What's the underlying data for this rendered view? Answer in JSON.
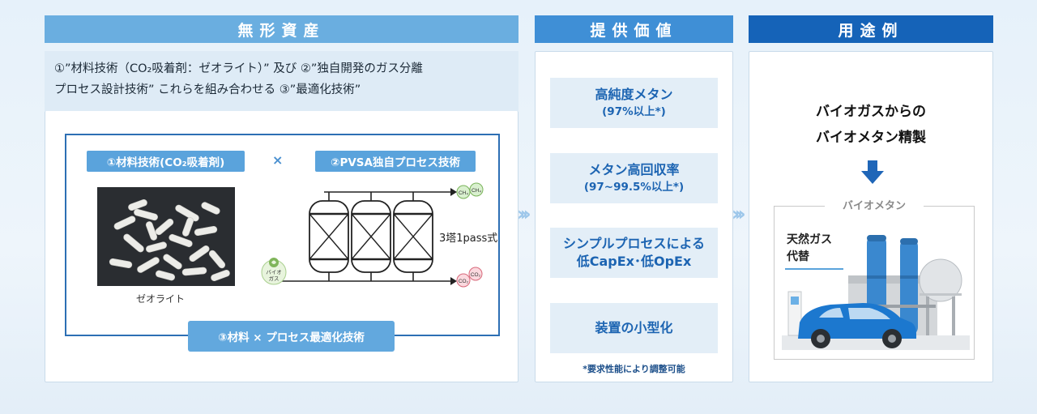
{
  "headers": {
    "intangible": "無形資産",
    "value": "提供価値",
    "usage": "用途例"
  },
  "intangible": {
    "desc_line1": "①”材料技術（CO₂吸着剤：ゼオライト）” 及び ②”独自開発のガス分離",
    "desc_line2": "プロセス設計技術” これらを組み合わせる ③”最適化技術”",
    "tag1": "①材料技術(CO₂吸着剤)",
    "tag2": "②PVSA独自プロセス技術",
    "cross": "×",
    "tag3": "③材料 × プロセス最適化技術",
    "zeolite_label": "ゼオライト",
    "tower_label": "3塔1pass式",
    "biogas_label_1": "バイオ",
    "biogas_label_2": "ガス",
    "ch4": "CH₄",
    "co2": "CO₂"
  },
  "values": [
    {
      "t1": "高純度メタン",
      "t2": "(97%以上*)"
    },
    {
      "t1": "メタン高回収率",
      "t2": "(97~99.5%以上*)"
    },
    {
      "t1": "シンプルプロセスによる",
      "t2": "低CapEx･低OpEx"
    },
    {
      "t1": "装置の小型化",
      "t2": ""
    }
  ],
  "footnote": "*要求性能により調整可能",
  "usage": {
    "title_line1": "バイオガスからの",
    "title_line2": "バイオメタン精製",
    "bio_label": "バイオメタン",
    "gas_line1": "天然ガス",
    "gas_line2": "代替"
  },
  "colors": {
    "header_light": "#6aaee0",
    "header_mid": "#3f8fd6",
    "header_dark": "#1563b8",
    "accent_text": "#1c64b2"
  }
}
